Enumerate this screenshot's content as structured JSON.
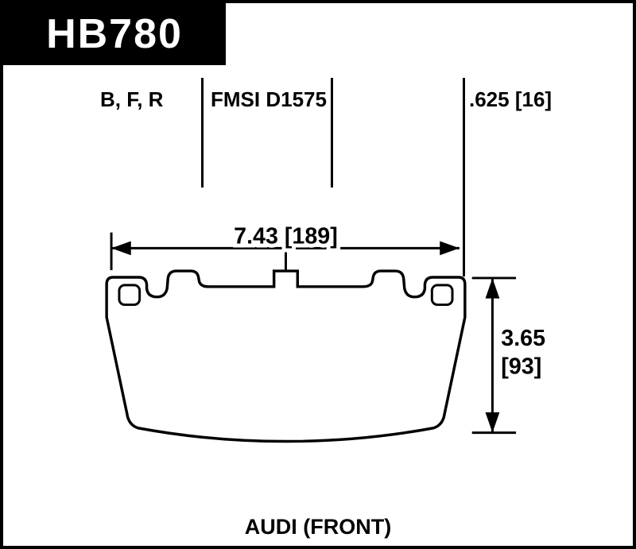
{
  "part": {
    "number": "HB780",
    "compounds": "B, F, R",
    "fmsi": "FMSI D1575",
    "thickness": ".625 [16]",
    "application": "AUDI (FRONT)"
  },
  "dimensions": {
    "width": "7.43 [189]",
    "height_line1": "3.65",
    "height_line2": "[93]"
  },
  "colors": {
    "ink": "#000000",
    "paper": "#ffffff"
  }
}
